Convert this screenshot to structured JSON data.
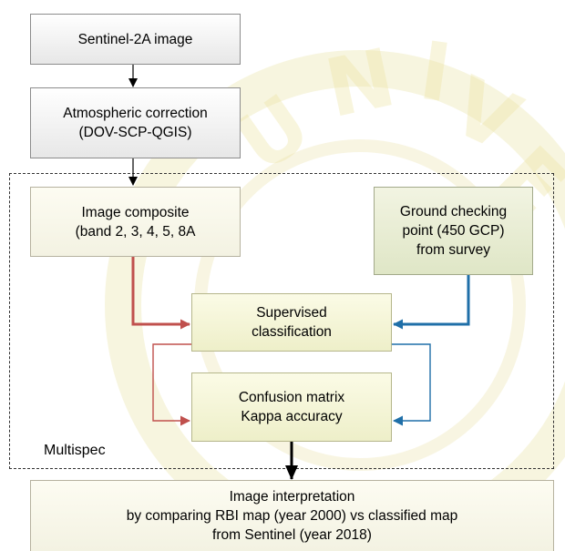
{
  "diagram": {
    "nodes": {
      "sentinel": "Sentinel-2A image",
      "atmos_line1": "Atmospheric correction",
      "atmos_line2": "(DOV-SCP-QGIS)",
      "composite_line1": "Image composite",
      "composite_line2": "(band 2, 3, 4, 5, 8A",
      "ground_line1": "Ground checking",
      "ground_line2": "point (450 GCP)",
      "ground_line3": "from survey",
      "supervised_line1": "Supervised",
      "supervised_line2": "classification",
      "confusion_line1": "Confusion matrix",
      "confusion_line2": "Kappa accuracy",
      "interp_line1": "Image interpretation",
      "interp_line2": "by comparing RBI map (year 2000) vs classified map",
      "interp_line3": "from Sentinel (year 2018)"
    },
    "group_label": "Multispec",
    "colors": {
      "red_arrow": "#c0504d",
      "blue_arrow": "#1f6fa8",
      "black_arrow": "#000000",
      "watermark": "#eadd7a"
    }
  }
}
